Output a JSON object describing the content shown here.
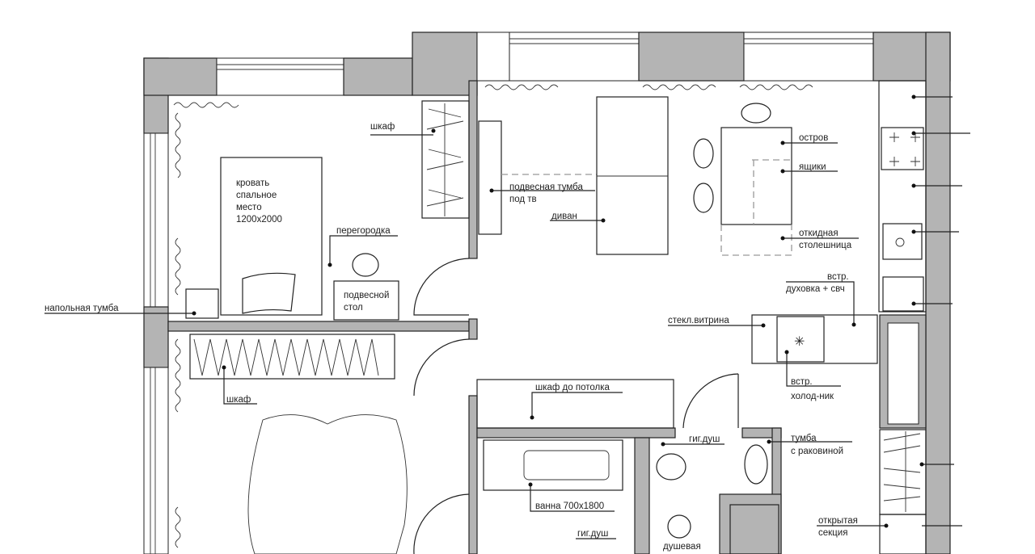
{
  "labels": {
    "wardrobe_top": "шкаф",
    "bed_1": "кровать",
    "bed_2": "спальное",
    "bed_3": "место",
    "bed_4": "1200х2000",
    "partition": "перегородка",
    "tv_unit_1": "подвесная тумба",
    "tv_unit_2": "под тв",
    "sofa": "диван",
    "island": "остров",
    "drawers": "ящики",
    "fold_1": "откидная",
    "fold_2": "столешница",
    "oven_1": "встр.",
    "oven_2": "духовка + свч",
    "showcase": "стекл.витрина",
    "fridge_1": "встр.",
    "fridge_2": "холод-ник",
    "floor_unit": "напольная тумба",
    "desk_1": "подвесной",
    "desk_2": "стол",
    "wardrobe_bottom": "шкаф",
    "ceiling_wardrobe": "шкаф до потолка",
    "hyg_shower_1": "гиг.душ",
    "sink_unit_1": "тумба",
    "sink_unit_2": "с раковиной",
    "bath": "ванна 700х1800",
    "open_1": "открытая",
    "open_2": "секция",
    "hyg_shower_2": "гиг.душ",
    "shower": "душевая"
  },
  "colors": {
    "wall": "#b4b4b4",
    "line": "#222222"
  }
}
